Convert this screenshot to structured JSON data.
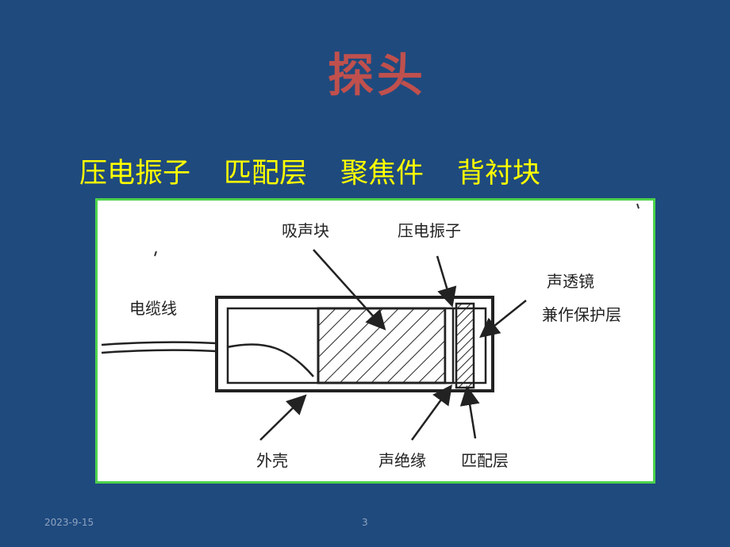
{
  "slide": {
    "title": "探头",
    "subtitle_terms": [
      "压电振子",
      "匹配层",
      "聚焦件",
      "背衬块"
    ],
    "date": "2023-9-15",
    "page_number": "3"
  },
  "diagram": {
    "labels": {
      "absorber": "吸声块",
      "piezo": "压电振子",
      "acoustic_lens": "声透镜",
      "protective_layer": "兼作保护层",
      "cable": "电缆线",
      "housing": "外壳",
      "acoustic_insulation": "声绝缘",
      "matching_layer": "匹配层"
    }
  },
  "colors": {
    "background": "#1f4a7e",
    "title": "#c0504d",
    "subtitle": "#ffff00",
    "figure_border": "#4cd24c"
  }
}
